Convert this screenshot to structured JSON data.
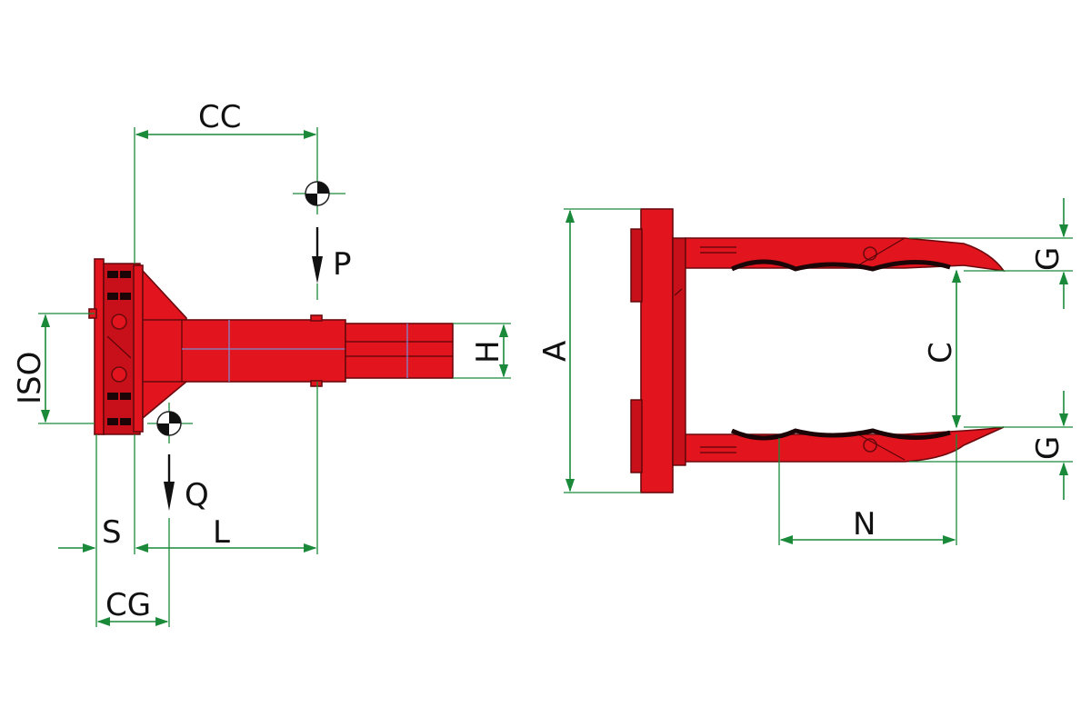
{
  "labels": {
    "cc": "CC",
    "p": "P",
    "iso": "ISO",
    "h": "H",
    "q": "Q",
    "s": "S",
    "l": "L",
    "cg": "CG",
    "a": "A",
    "c": "C",
    "g_top": "G",
    "g_bottom": "G",
    "n": "N"
  },
  "colors": {
    "body": "#e2141e",
    "dimension_line": "#1a8a3a",
    "text": "#111111"
  },
  "icons": {
    "center_of_gravity": "cg-symbol-icon",
    "load_arrow": "downward-arrow-icon"
  }
}
